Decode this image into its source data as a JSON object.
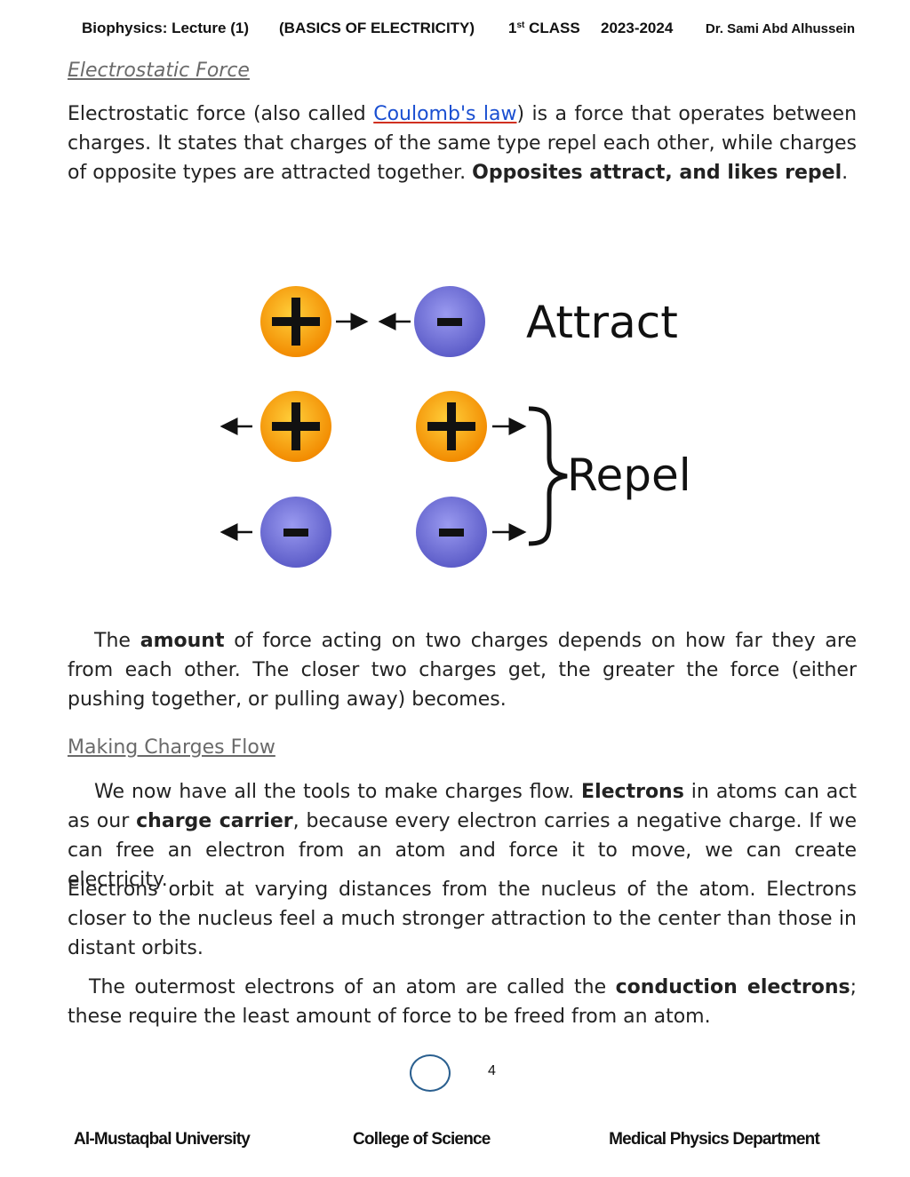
{
  "header": {
    "course": "Biophysics: Lecture (1)",
    "topic": "(BASICS OF ELECTRICITY)",
    "class_num": "1",
    "class_sup": "st",
    "class_label": "CLASS",
    "year": "2023-2024",
    "author": "Dr. Sami Abd Alhussein"
  },
  "section1": {
    "heading": "Electrostatic Force",
    "p1_a": "Electrostatic force (also called ",
    "p1_link": "Coulomb's law",
    "p1_b": ") is a force that operates between charges. It states that charges of the same type repel each other, while charges of opposite types are attracted together. ",
    "p1_bold": "Opposites attract, and likes repel",
    "p1_c": "."
  },
  "diagram": {
    "attract_label": "Attract",
    "repel_label": "Repel",
    "plus_symbol": "+",
    "minus_symbol": "–",
    "colors": {
      "positive": "#f59a0c",
      "negative": "#6f6fd8",
      "arrow": "#111111"
    }
  },
  "para2": {
    "a": "The ",
    "bold": "amount",
    "b": " of force acting on two charges depends on how far they are from each other. The closer two charges get, the greater the force (either pushing together, or pulling away) becomes."
  },
  "section2": {
    "heading": "Making Charges Flow",
    "p1_a": "We now have all the tools to make charges flow. ",
    "p1_bold1": "Electrons",
    "p1_b": " in atoms can act as our ",
    "p1_bold2": "charge carrier",
    "p1_c": ", because every electron carries a negative charge. If we can free an electron from an atom and force it to move, we can create electricity.",
    "p2": "Electrons orbit at varying distances from the nucleus of the atom. Electrons closer to the nucleus feel a much stronger attraction to the center than those in distant orbits.",
    "p3_a": "The outermost electrons of an atom are called the ",
    "p3_bold": "conduction electrons",
    "p3_b": "; these require the least amount of force to be freed from an atom."
  },
  "page_number": "4",
  "footer": {
    "university": "Al-Mustaqbal University",
    "college": "College of Science",
    "department": "Medical Physics Department"
  }
}
